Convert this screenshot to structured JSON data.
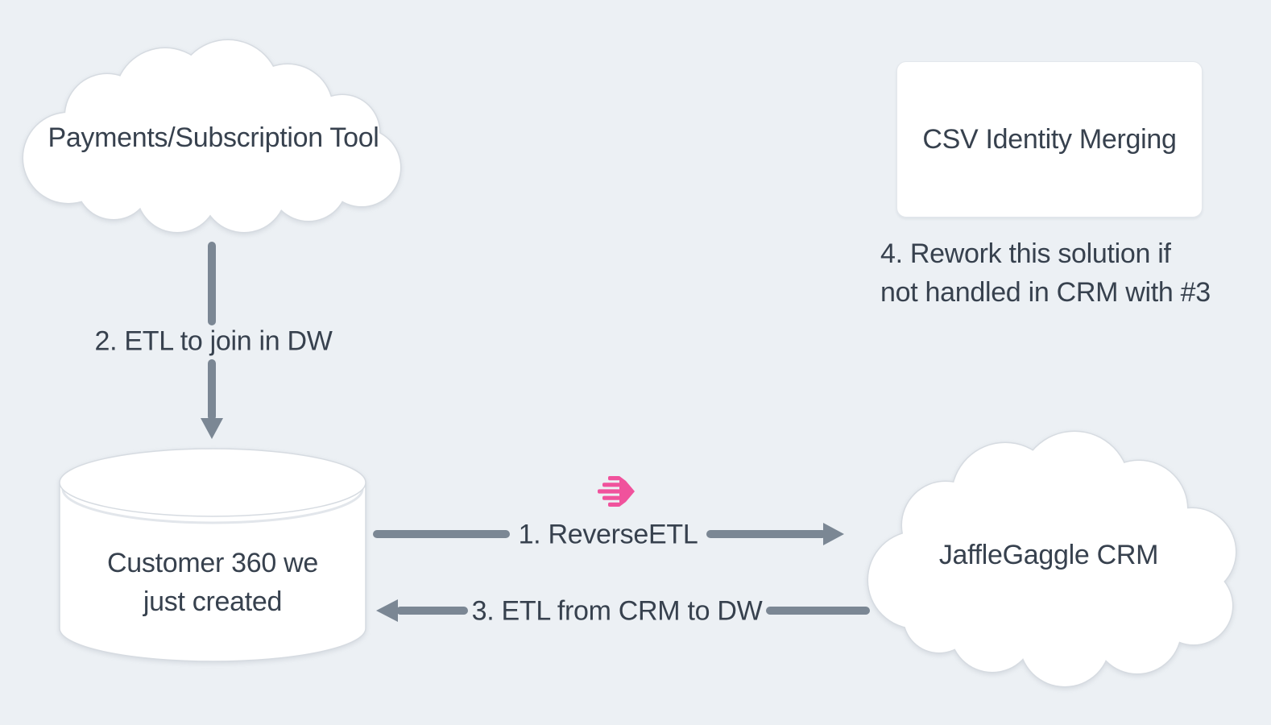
{
  "diagram": {
    "nodes": {
      "payments_tool": {
        "shape": "cloud",
        "label": "Payments/Subscription Tool"
      },
      "csv_identity": {
        "shape": "rectangle",
        "label": "CSV Identity Merging"
      },
      "customer_360": {
        "shape": "database-cylinder",
        "label_lines": [
          "Customer 360 we",
          "just created"
        ]
      },
      "jafflegaggle_crm": {
        "shape": "cloud",
        "label": "JaffleGaggle CRM"
      }
    },
    "edges": {
      "step2": {
        "label": "2. ETL to join in DW",
        "from": "payments_tool",
        "to": "customer_360",
        "direction": "down"
      },
      "step1": {
        "label": "1. ReverseETL",
        "from": "customer_360",
        "to": "jafflegaggle_crm",
        "direction": "right",
        "icon": "hightouch-arrow-icon"
      },
      "step3": {
        "label": "3. ETL from CRM to DW",
        "from": "jafflegaggle_crm",
        "to": "customer_360",
        "direction": "left"
      }
    },
    "annotations": {
      "step4_note": {
        "lines": [
          "4. Rework this solution if",
          "not handled in CRM with #3"
        ]
      }
    },
    "colors": {
      "background": "#ecf0f4",
      "shape_fill": "#ffffff",
      "shape_border": "#d6dbe1",
      "arrow": "#7b8794",
      "text": "#37414e",
      "accent_pink": "#f0529c"
    }
  }
}
